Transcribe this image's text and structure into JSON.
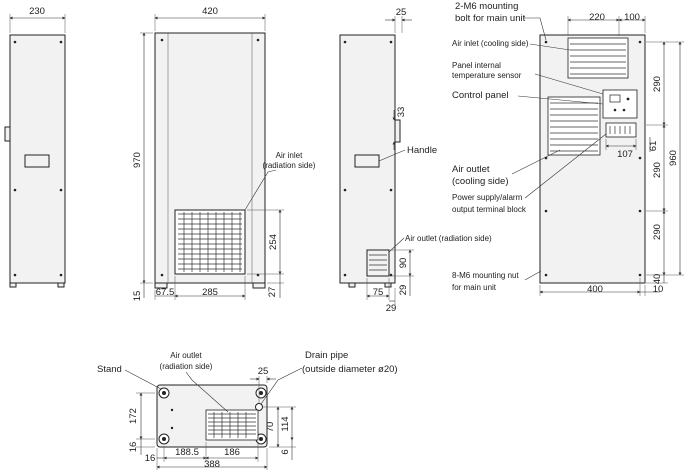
{
  "dimensions": {
    "side_left_width": "230",
    "front_width": "420",
    "front_height": "970",
    "air_inlet_grille_height": "254",
    "foot_height": "15",
    "front_offset": "67.5",
    "grille_width": "285",
    "foot_right": "27",
    "side_top": "25",
    "handle_offset": "33",
    "side_outlet_height": "90",
    "side_bottom_width": "75",
    "side_bottom_right": "29",
    "side_bottom_under": "29",
    "rear_top_a": "220",
    "rear_top_b": "100",
    "rear_h1": "290",
    "rear_h2": "290",
    "rear_h3": "290",
    "rear_total": "960",
    "rear_terminal": "107",
    "rear_small": "61",
    "rear_bottom_offset": "40",
    "rear_width": "400",
    "rear_right": "10",
    "bottom_depth": "172",
    "bottom_foot": "16",
    "bottom_foot_w": "16",
    "bottom_a": "188.5",
    "bottom_b": "186",
    "bottom_total": "388",
    "bottom_drain_top": "25",
    "bottom_drain_v1": "114",
    "bottom_drain_v2": "70",
    "bottom_drain_v3": "6"
  },
  "labels": {
    "front_air_inlet": [
      "Air inlet",
      "(radiation side)"
    ],
    "handle": "Handle",
    "side_air_outlet": "Air outlet (radiation side)",
    "mounting_bolt": [
      "2-M6 mounting",
      "bolt for main unit"
    ],
    "rear_air_inlet": "Air inlet (cooling side)",
    "temp_sensor": [
      "Panel internal",
      "temperature sensor"
    ],
    "control_panel": "Control panel",
    "rear_air_outlet": [
      "Air outlet",
      "(cooling side)"
    ],
    "terminal_block": [
      "Power supply/alarm",
      "output terminal block"
    ],
    "mounting_nut": [
      "8-M6 mounting nut",
      "for main unit"
    ],
    "stand": "Stand",
    "bottom_air_outlet": [
      "Air outlet",
      "(radiation side)"
    ],
    "drain_pipe": [
      "Drain pipe",
      "(outside diameter ø20)"
    ]
  }
}
